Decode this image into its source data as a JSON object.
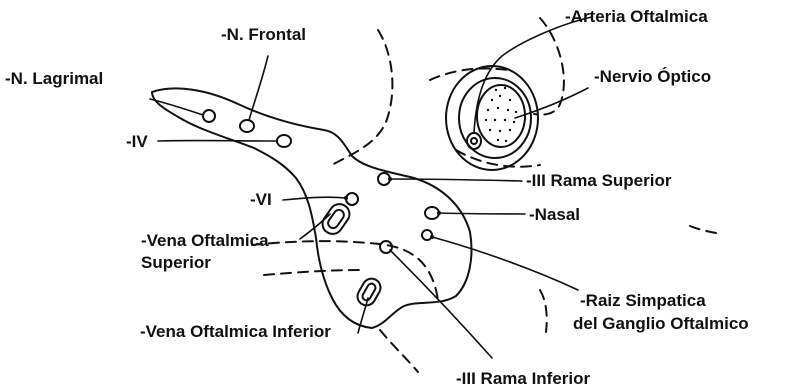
{
  "labels": {
    "n_frontal": "-N. Frontal",
    "n_lagrimal": "-N. Lagrimal",
    "iv": "-IV",
    "vi": "-VI",
    "vena_oftalmica_superior_1": "-Vena Oftalmica",
    "vena_oftalmica_superior_2": "Superior",
    "vena_oftalmica_inferior": "-Vena Oftalmica Inferior",
    "arteria_oftalmica": "-Arteria Oftalmica",
    "nervio_optico": "-Nervio Óptico",
    "iii_rama_superior": "-III Rama Superior",
    "nasal": "-Nasal",
    "raiz_simpatica_1": "-Raiz Simpatica",
    "raiz_simpatica_2": "del Ganglio Oftalmico",
    "iii_rama_inferior": "-III Rama Inferior"
  },
  "colors": {
    "ink": "#111111",
    "background": "#ffffff"
  }
}
